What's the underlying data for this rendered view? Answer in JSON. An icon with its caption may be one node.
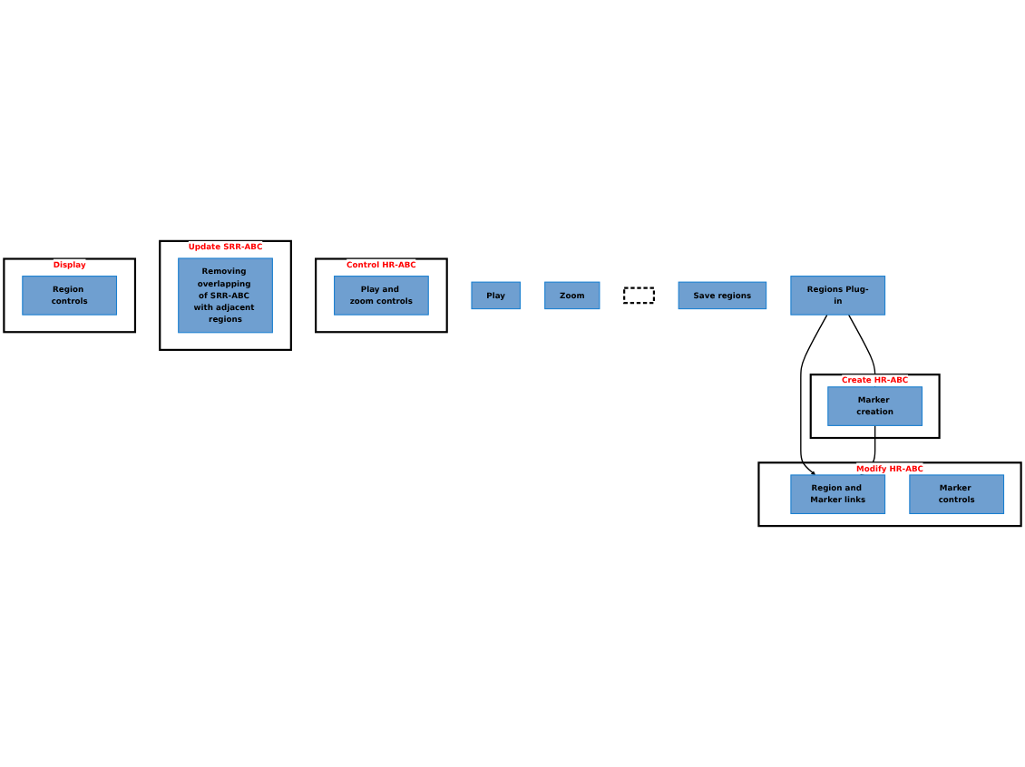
{
  "diagram": {
    "nodes": [
      {
        "text": [
          "Control HR-ABC"
        ]
      },
      {
        "text": [
          "Play and zoom controls"
        ],
        "in": 0
      },
      {
        "text": [
          "Play"
        ]
      },
      {
        "text": [
          "Zoom"
        ]
      },
      {
        "text": [],
        "shape": "box"
      },
      {
        "text": [
          "Update SRR-ABC"
        ]
      },
      {
        "text": [
          "Save regions"
        ]
      },
      {
        "text": [
          "Removing overlapping of SRR-ABC with adjacent regions"
        ],
        "in": 5
      },
      {
        "text": [
          "Display"
        ]
      },
      {
        "text": [
          "Region controls"
        ],
        "in": 8
      },
      {
        "text": [
          "Create HR-ABC"
        ]
      },
      {
        "text": [
          "Regions Plug-in"
        ]
      },
      {
        "text": [
          "Marker creation"
        ],
        "in": 10
      },
      {
        "text": [
          "Modify HR-ABC"
        ]
      },
      {
        "text": [
          "Region and Marker links"
        ],
        "in": 13
      },
      {
        "text": [
          "Marker controls"
        ],
        "in": 13
      }
    ],
    "edges": [
      {
        "from": 11,
        "to": 12,
        "arrow": "to"
      },
      {
        "from": 11,
        "to": 14,
        "arrow": "to"
      },
      {
        "from": 12,
        "to": 14,
        "arrow": "to"
      }
    ]
  }
}
